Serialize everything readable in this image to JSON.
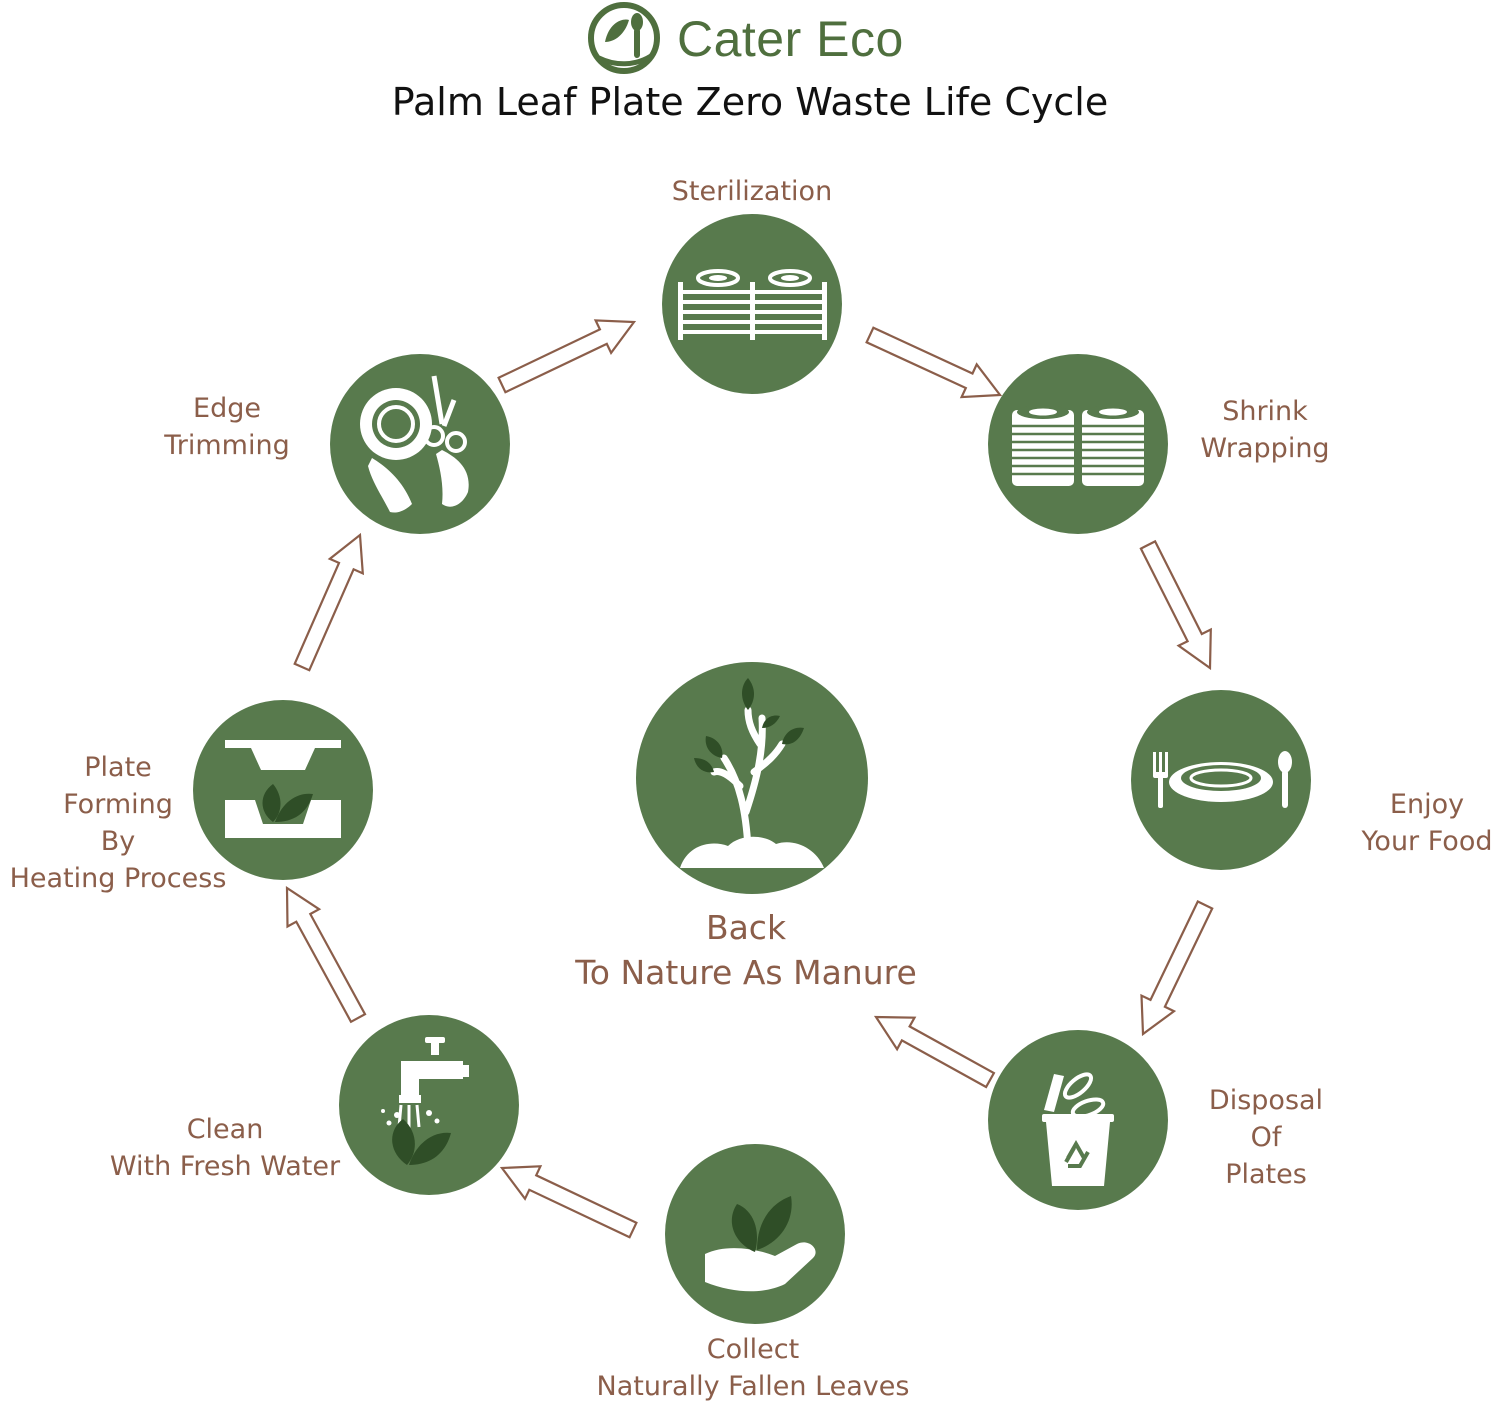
{
  "brand": {
    "name": "Cater Eco",
    "logo_icon": "leaf-spoon-logo-icon"
  },
  "title": "Palm Leaf Plate Zero Waste Life Cycle",
  "colors": {
    "circle": "#587a4d",
    "label": "#8b5e4a",
    "arrow": "#8b5e4a",
    "brand": "#4f6f3e"
  },
  "steps": [
    {
      "lines": [
        "Sterilization"
      ],
      "icon": "sterilization-rack-icon"
    },
    {
      "lines": [
        "Shrink",
        "Wrapping"
      ],
      "icon": "plate-stack-icon"
    },
    {
      "lines": [
        "Enjoy",
        "Your Food"
      ],
      "icon": "plate-fork-spoon-icon"
    },
    {
      "lines": [
        "Disposal",
        "Of",
        "Plates"
      ],
      "icon": "recycle-bin-icon"
    },
    {
      "lines": [
        "Collect",
        "Naturally Fallen Leaves"
      ],
      "icon": "hand-leaf-icon"
    },
    {
      "lines": [
        "Clean",
        "With Fresh Water"
      ],
      "icon": "faucet-leaf-icon"
    },
    {
      "lines": [
        "Plate",
        "Forming",
        "By",
        "Heating Process"
      ],
      "icon": "mould-press-icon"
    },
    {
      "lines": [
        "Edge",
        "Trimming"
      ],
      "icon": "scissors-plate-icon"
    }
  ],
  "center": {
    "lines": [
      "Back",
      "To Nature As Manure"
    ],
    "icon": "sapling-soil-icon"
  }
}
